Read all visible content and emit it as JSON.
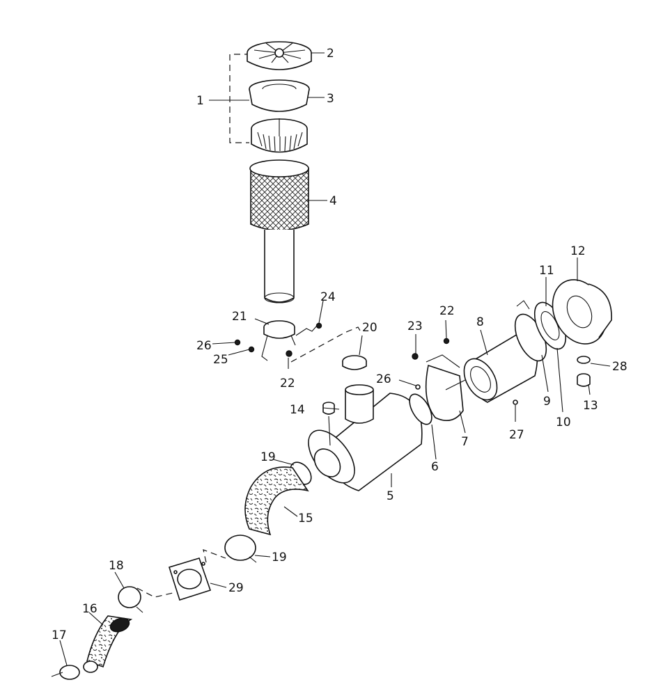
{
  "callouts": {
    "c1": "1",
    "c2": "2",
    "c3": "3",
    "c4": "4",
    "c5": "5",
    "c6": "6",
    "c7": "7",
    "c8": "8",
    "c9": "9",
    "c10": "10",
    "c11": "11",
    "c12": "12",
    "c13": "13",
    "c14": "14",
    "c15": "15",
    "c16": "16",
    "c17": "17",
    "c18": "18",
    "c19a": "19",
    "c19b": "19",
    "c20": "20",
    "c21": "21",
    "c22a": "22",
    "c22b": "22",
    "c23": "23",
    "c24": "24",
    "c25": "25",
    "c26a": "26",
    "c26b": "26",
    "c27": "27",
    "c28": "28",
    "c29": "29"
  }
}
